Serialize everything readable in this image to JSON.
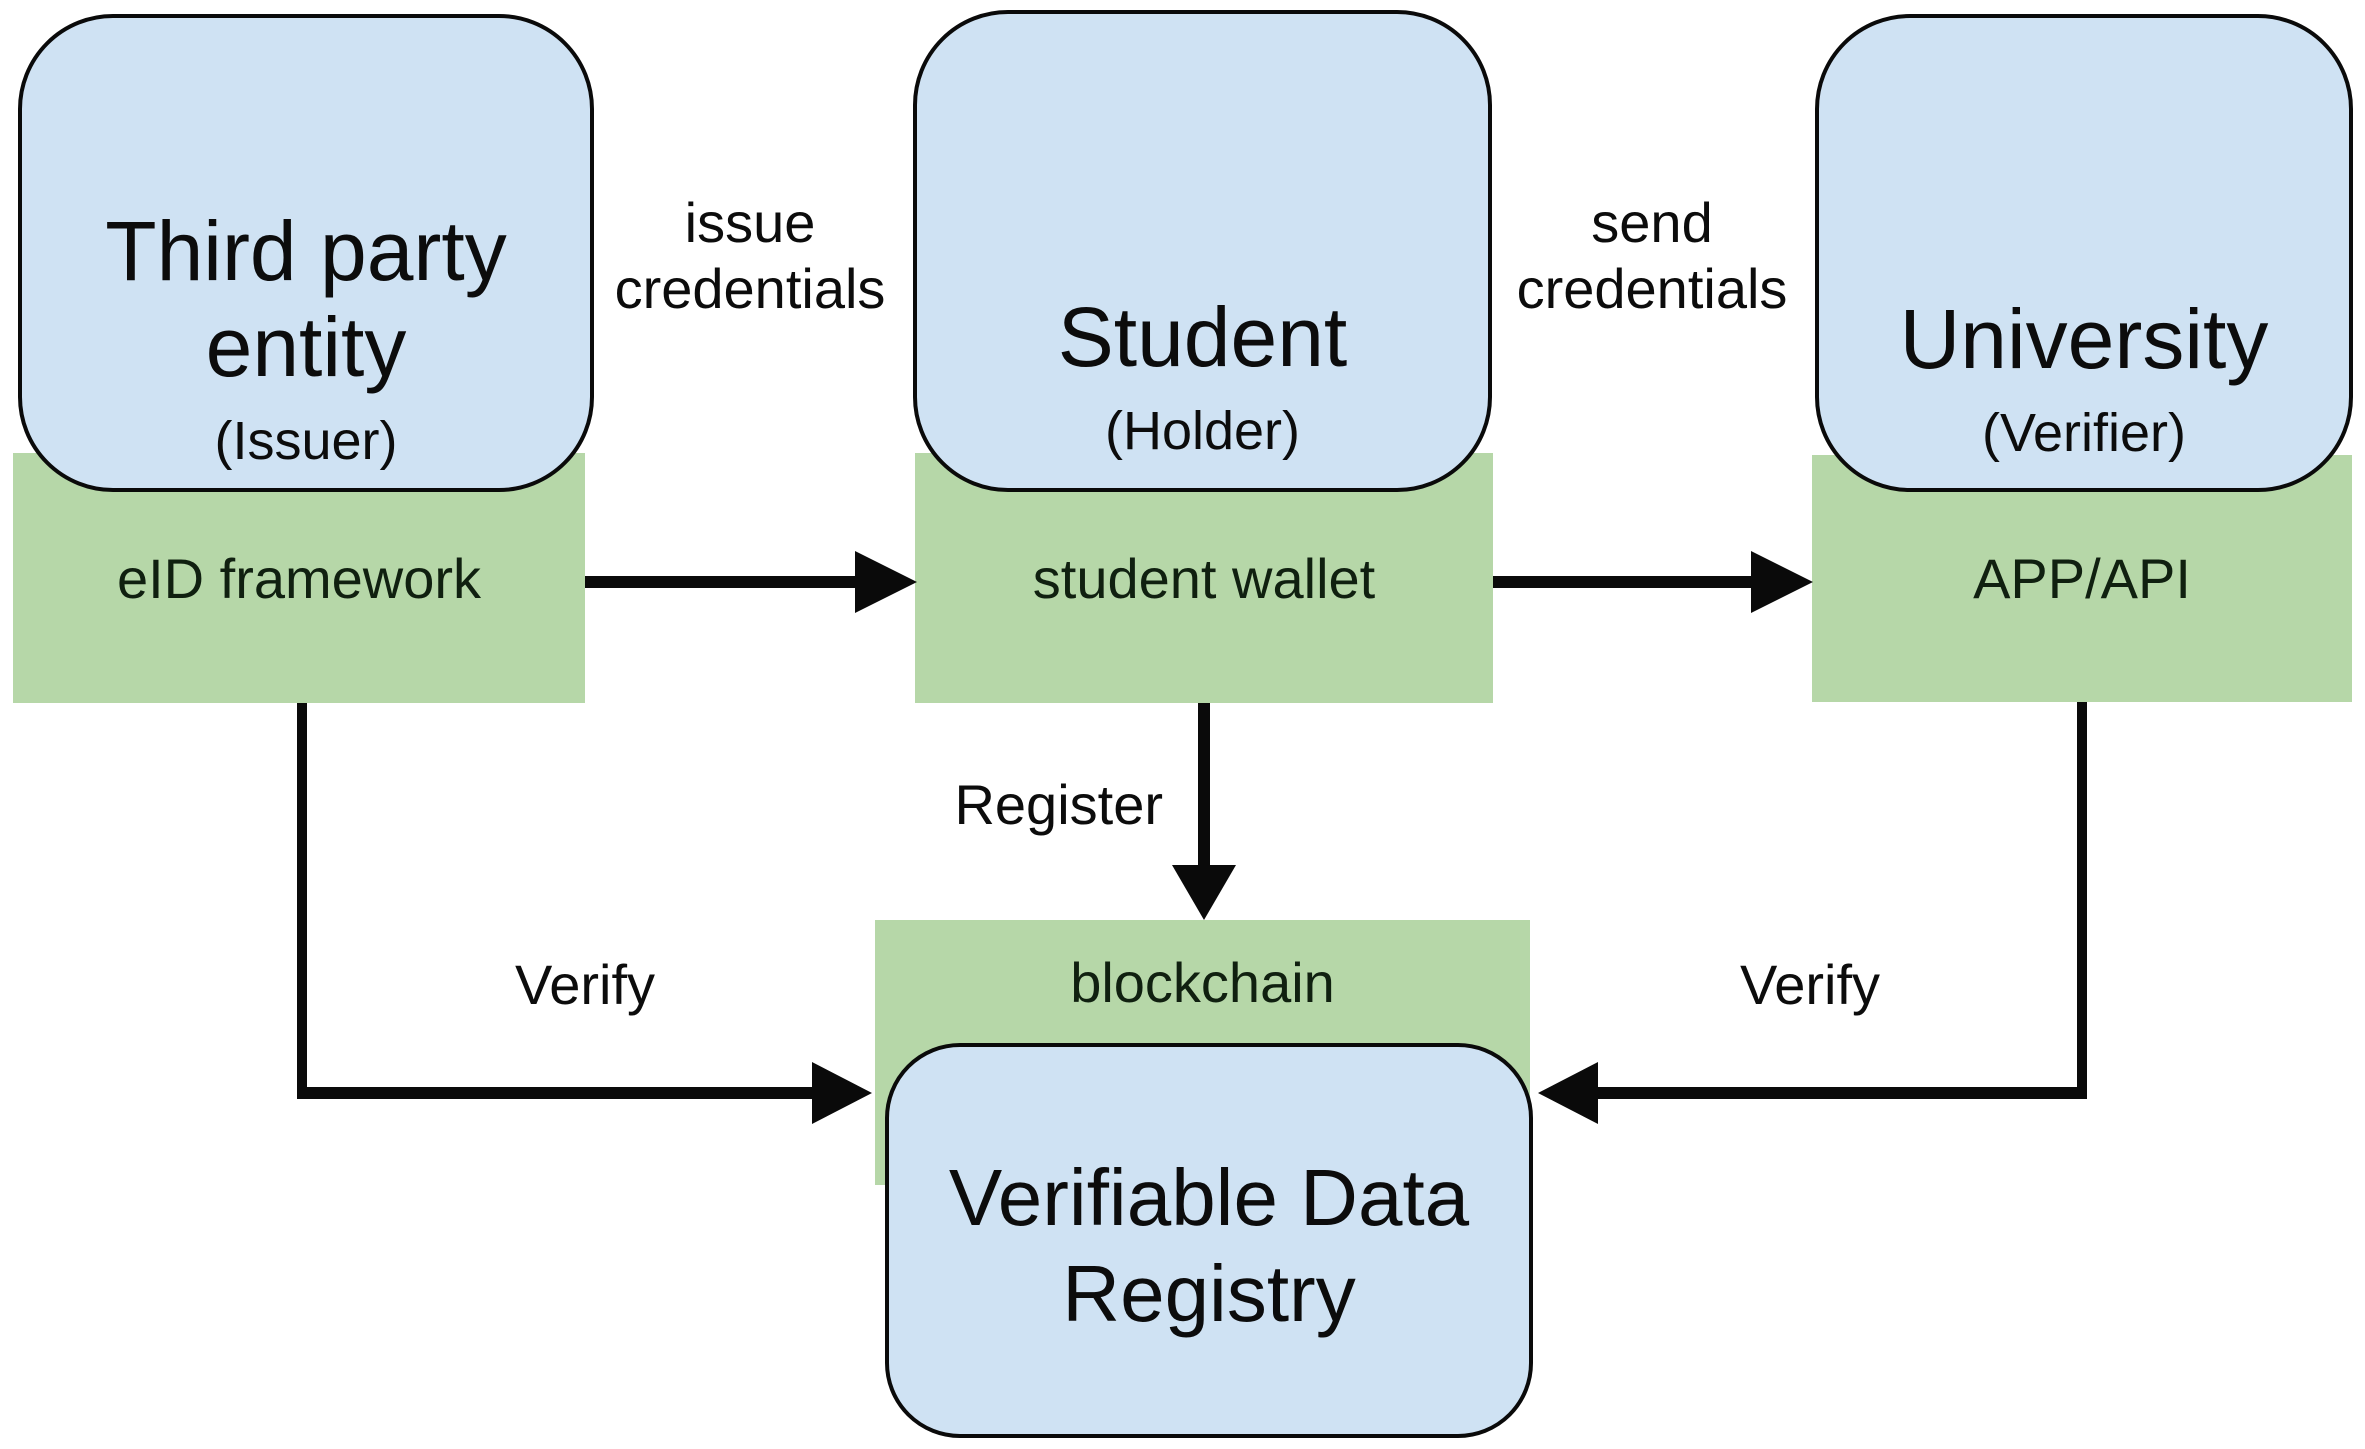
{
  "diagram": {
    "entities": [
      {
        "title_lines": [
          "Third party",
          "entity"
        ],
        "subtitle": "(Issuer)",
        "platform": "eID framework"
      },
      {
        "title_lines": [
          "Student"
        ],
        "subtitle": "(Holder)",
        "platform": "student wallet"
      },
      {
        "title_lines": [
          "University"
        ],
        "subtitle": "(Verifier)",
        "platform": "APP/API"
      }
    ],
    "edges": {
      "issue": "issue credentials",
      "send": "send credentials",
      "register": "Register",
      "verify_left": "Verify",
      "verify_right": "Verify"
    },
    "registry": {
      "platform": "blockchain",
      "title": "Verifiable Data Registry"
    },
    "colors": {
      "entity_fill": "#cfe2f3",
      "platform_fill": "#b6d7a8",
      "line_and_text": "#0a0a0a",
      "background": "#ffffff"
    }
  }
}
